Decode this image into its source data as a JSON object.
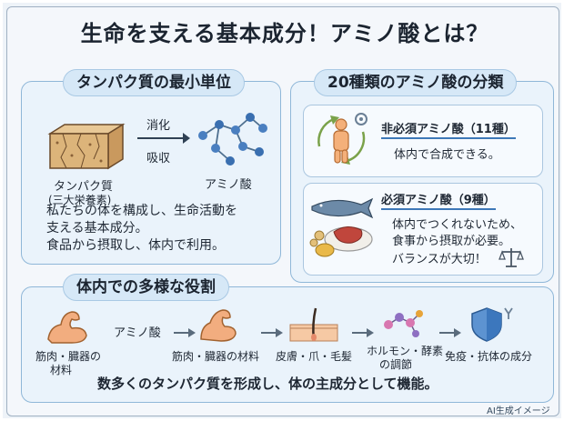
{
  "title": "生命を支える基本成分！アミノ酸とは？",
  "panel1": {
    "heading": "タンパク質の最小単位",
    "protein_label": "タンパク質",
    "protein_sub": "(三大栄養素)",
    "arrow_top": "消化",
    "arrow_bottom": "吸収",
    "amino_label": "アミノ酸",
    "description": [
      "私たちの体を構成し、生命活動を",
      "支える基本成分。",
      "食品から摂取し、体内で利用。"
    ]
  },
  "panel2": {
    "heading": "20種類のアミノ酸の分類",
    "nonessential_title": "非必須アミノ酸（11種）",
    "nonessential_desc": "体内で合成できる。",
    "essential_title": "必須アミノ酸（9種）",
    "essential_desc": [
      "体内でつくれないため、",
      "食事から摂取が必要。",
      "バランスが大切！"
    ]
  },
  "panel3": {
    "heading": "体内での多様な役割",
    "muscle_label": [
      "筋肉・臓器の",
      "材料"
    ],
    "amino_label": "アミノ酸",
    "steps": [
      "筋肉・臓器の材料",
      "皮膚・爪・毛髪",
      "ホルモン・酵素",
      "の調節",
      "免疫・抗体の成分"
    ],
    "summary": "数多くのタンパク質を形成し、体の主成分として機能。"
  },
  "footer_note": "AI生成イメージ",
  "colors": {
    "accent": "#3d78b8",
    "panel_bg": "#eaf3fb",
    "pill_bg": "#d6e8f7",
    "border": "#8fb7d8"
  }
}
